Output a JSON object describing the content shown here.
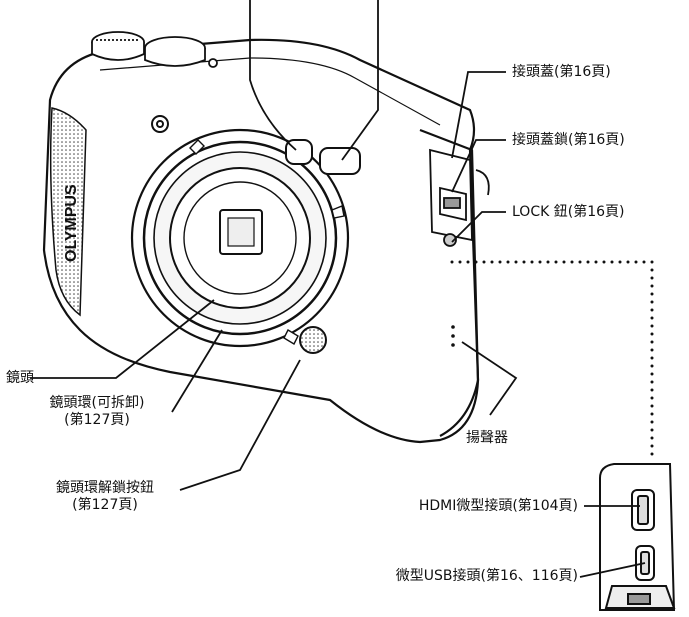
{
  "brand": "OLYMPUS",
  "labels": {
    "connector_cover": "接頭蓋(第16頁)",
    "connector_cover_lock": "接頭蓋鎖(第16頁)",
    "lock_button": "LOCK 鈕(第16頁)",
    "lens": "鏡頭",
    "lens_ring_line1": "鏡頭環(可拆卸)",
    "lens_ring_line2": "(第127頁)",
    "lens_ring_release_line1": "鏡頭環解鎖按鈕",
    "lens_ring_release_line2": "(第127頁)",
    "speaker": "揚聲器",
    "hdmi_connector": "HDMI微型接頭(第104頁)",
    "usb_connector": "微型USB接頭(第16、116頁)"
  }
}
